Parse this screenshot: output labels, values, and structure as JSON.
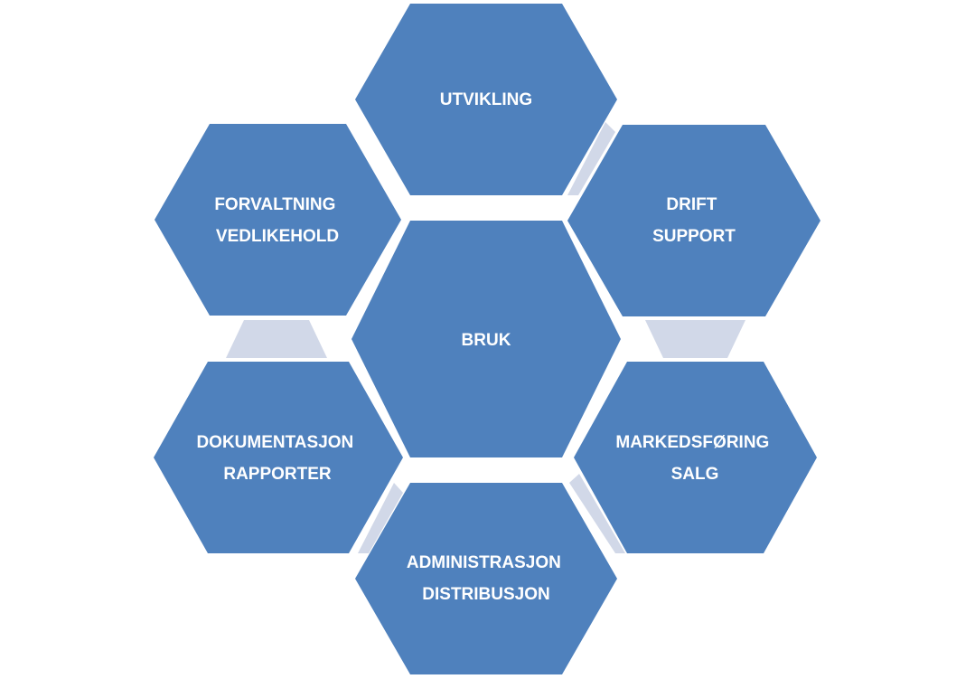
{
  "diagram": {
    "colors": {
      "hex_fill": "#4F81BD",
      "connector_fill": "#D1D8E8",
      "label_color": "#FFFFFF",
      "background": "#FFFFFF"
    },
    "center": {
      "lines": [
        "BRUK"
      ]
    },
    "outer": [
      {
        "id": "top",
        "lines": [
          "UTVIKLING"
        ]
      },
      {
        "id": "upper-right",
        "lines": [
          "DRIFT",
          "SUPPORT"
        ]
      },
      {
        "id": "lower-right",
        "lines": [
          "MARKEDSFØRING",
          "SALG"
        ]
      },
      {
        "id": "bottom",
        "lines": [
          "ADMINISTRASJON",
          "DISTRIBUSJON"
        ]
      },
      {
        "id": "lower-left",
        "lines": [
          "DOKUMENTASJON",
          "RAPPORTER"
        ]
      },
      {
        "id": "upper-left",
        "lines": [
          "FORVALTNING",
          "VEDLIKEHOLD"
        ]
      }
    ]
  }
}
